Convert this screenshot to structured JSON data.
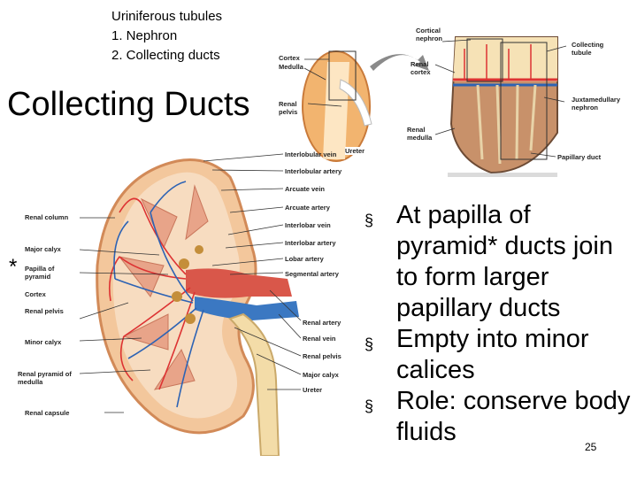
{
  "outline": {
    "heading": "Uriniferous tubules",
    "item1": "1. Nephron",
    "item2": "2. Collecting ducts"
  },
  "slide_title": "Collecting Ducts",
  "top_diagram": {
    "left_labels": {
      "cortex": "Cortex",
      "medulla": "Medulla",
      "renal_pelvis_1": "Renal",
      "renal_pelvis_2": "pelvis",
      "ureter": "Ureter"
    },
    "right_labels": {
      "cortical_nephron": "Cortical nephron",
      "renal_cortex": "Renal cortex",
      "renal_medulla": "Renal medulla",
      "collecting_tubule": "Collecting tubule",
      "juxtamedullary_nephron": "Juxtamedullary nephron",
      "papillary_duct": "Papillary duct"
    }
  },
  "kidney_labels": {
    "right": [
      "Interlobular vein",
      "Interlobular artery",
      "Arcuate vein",
      "Arcuate artery",
      "Interlobar vein",
      "Interlobar artery",
      "Lobar artery",
      "Segmental artery",
      "Renal artery",
      "Renal vein",
      "Renal pelvis",
      "Major calyx",
      "Ureter"
    ],
    "left_renal_column": "Renal column",
    "left_major_calyx": "Major calyx",
    "left_papilla": "Papilla of pyramid",
    "left_cortex": "Cortex",
    "left_renal_pelvis": "Renal pelvis",
    "left_minor_calyx": "Minor calyx",
    "left_renal_pyramid": "Renal pyramid of medulla",
    "left_renal_capsule": "Renal capsule",
    "asterisk": "*"
  },
  "bullets": [
    "At papilla of pyramid* ducts join to form larger papillary ducts",
    "Empty into minor calices",
    "Role: conserve body fluids"
  ],
  "bullet_marker": "§",
  "page_number": "25"
}
